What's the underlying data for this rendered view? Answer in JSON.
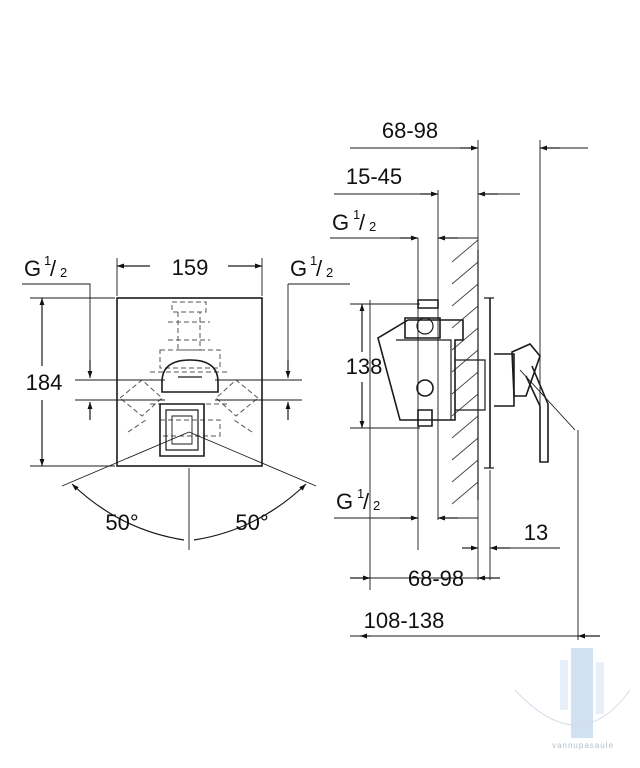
{
  "front_view": {
    "width_label": "159",
    "height_label": "184",
    "thread_left": {
      "main": "G",
      "num": "1",
      "den": "2"
    },
    "thread_right": {
      "main": "G",
      "num": "1",
      "den": "2"
    },
    "angle_left": "50°",
    "angle_right": "50°"
  },
  "side_view": {
    "dim_68_98_top": "68-98",
    "dim_15_45": "15-45",
    "thread_top": {
      "main": "G",
      "num": "1",
      "den": "2"
    },
    "dim_138": "138",
    "thread_bottom": {
      "main": "G",
      "num": "1",
      "den": "2"
    },
    "dim_13": "13",
    "dim_68_98_bottom": "68-98",
    "dim_108_138": "108-138"
  },
  "watermark": {
    "text": "vannupasaule"
  }
}
